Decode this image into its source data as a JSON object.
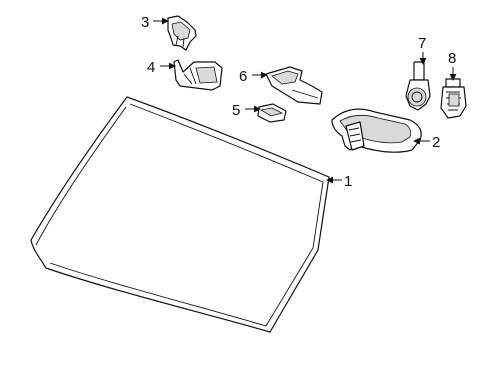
{
  "callouts": [
    {
      "label": "1"
    },
    {
      "label": "2"
    },
    {
      "label": "3"
    },
    {
      "label": "4"
    },
    {
      "label": "5"
    },
    {
      "label": "6"
    },
    {
      "label": "7"
    },
    {
      "label": "8"
    }
  ]
}
